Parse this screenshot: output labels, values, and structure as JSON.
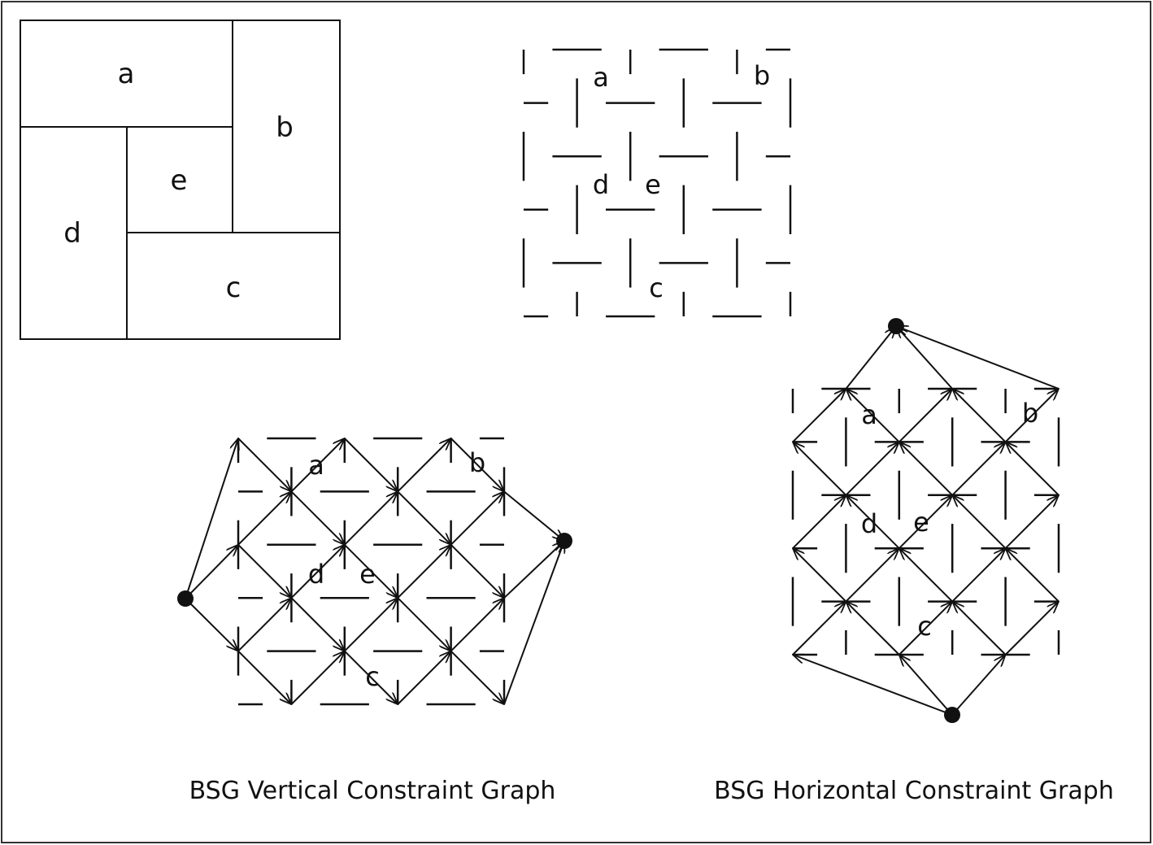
{
  "floorplan": {
    "modules": [
      "a",
      "b",
      "c",
      "d",
      "e"
    ]
  },
  "bsg_grid": {
    "modules": [
      "a",
      "b",
      "d",
      "e",
      "c"
    ]
  },
  "vertical_graph": {
    "caption": "BSG Vertical Constraint Graph",
    "modules": [
      "a",
      "b",
      "d",
      "e",
      "c"
    ]
  },
  "horizontal_graph": {
    "caption": "BSG Horizontal Constraint Graph",
    "modules": [
      "a",
      "b",
      "d",
      "e",
      "c"
    ]
  },
  "colors": {
    "ink": "#111111",
    "frame": "#333333",
    "background": "#ffffff"
  }
}
